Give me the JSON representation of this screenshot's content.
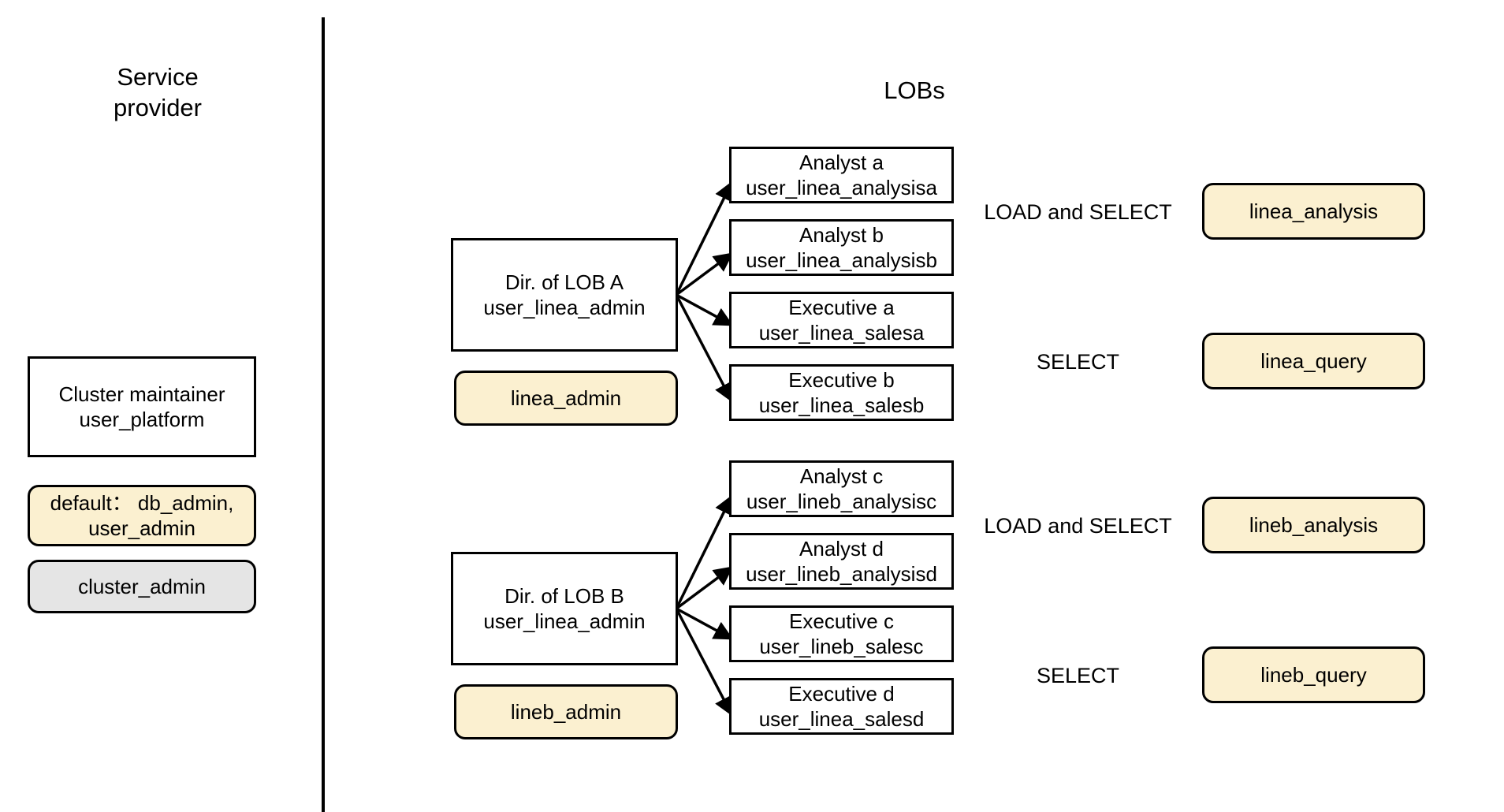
{
  "sections": {
    "service_provider": {
      "heading": "Service\nprovider",
      "cluster_box": "Cluster maintainer\nuser_platform",
      "default_roles_pill": "default： db_admin,\nuser_admin",
      "cluster_admin_pill": "cluster_admin"
    },
    "lobs": {
      "heading": "LOBs"
    }
  },
  "colors": {
    "cream_pill": "#fbf0d0",
    "gray_pill": "#e5e5e5",
    "stroke": "#000000",
    "background": "#ffffff"
  },
  "groups": [
    {
      "id": "lob-a",
      "director_box": "Dir. of LOB A\nuser_linea_admin",
      "director_pill": "linea_admin",
      "members": [
        {
          "title": "Analyst a",
          "user": "user_linea_analysisa"
        },
        {
          "title": "Analyst b",
          "user": "user_linea_analysisb"
        },
        {
          "title": "Executive a",
          "user": "user_linea_salesa"
        },
        {
          "title": "Executive b",
          "user": "user_linea_salesb"
        }
      ],
      "privileges": [
        {
          "label": "LOAD and SELECT",
          "database": "linea_analysis"
        },
        {
          "label": "SELECT",
          "database": "linea_query"
        }
      ]
    },
    {
      "id": "lob-b",
      "director_box": "Dir. of LOB B\nuser_linea_admin",
      "director_pill": "lineb_admin",
      "members": [
        {
          "title": "Analyst c",
          "user": "user_lineb_analysisc"
        },
        {
          "title": "Analyst d",
          "user": "user_lineb_analysisd"
        },
        {
          "title": "Executive c",
          "user": "user_lineb_salesc"
        },
        {
          "title": "Executive d",
          "user": "user_linea_salesd"
        }
      ],
      "privileges": [
        {
          "label": "LOAD and SELECT",
          "database": "lineb_analysis"
        },
        {
          "label": "SELECT",
          "database": "lineb_query"
        }
      ]
    }
  ],
  "member_labels": {
    "a0": "Analyst a\nuser_linea_analysisa",
    "a1": "Analyst b\nuser_linea_analysisb",
    "a2": "Executive a\nuser_linea_salesa",
    "a3": "Executive b\nuser_linea_salesb",
    "b0": "Analyst c\nuser_lineb_analysisc",
    "b1": "Analyst d\nuser_lineb_analysisd",
    "b2": "Executive c\nuser_lineb_salesc",
    "b3": "Executive d\nuser_linea_salesd"
  }
}
